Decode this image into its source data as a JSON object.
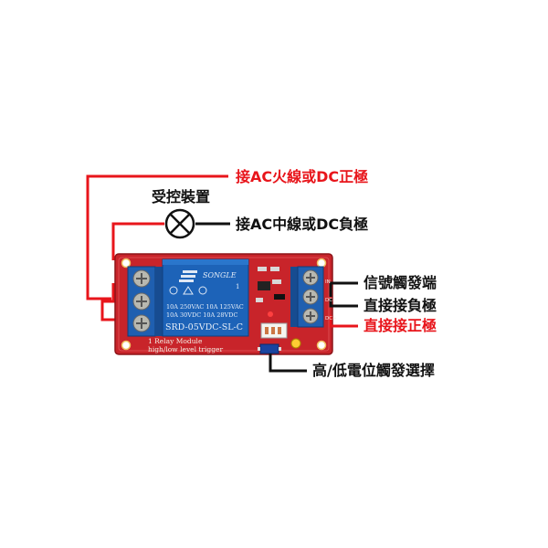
{
  "labels": {
    "top_red": "接AC火線或DC正極",
    "device": "受控裝置",
    "neutral": "接AC中線或DC負極",
    "signal": "信號觸發端",
    "gnd": "直接接負極",
    "vcc": "直接接正極",
    "trigger_select": "高/低電位觸發選擇"
  },
  "board": {
    "relay_brand": "SONGLE",
    "relay_specs": [
      "10A 250VAC  10A 125VAC",
      "10A  30VDC  10A  28VDC"
    ],
    "relay_model": "SRD-05VDC-SL-C",
    "silk_line1": "1 Relay  Module",
    "silk_line2": "high/low level trigger",
    "pin_in": "IN",
    "pin_dc_minus": "DC-",
    "pin_dc_plus": "DC+",
    "relay_mark": "1"
  },
  "colors": {
    "red_wire": "#e8151b",
    "black_wire": "#111111",
    "pcb": "#c8242a",
    "relay": "#1d63b8",
    "terminal": "#1f5fb0"
  }
}
